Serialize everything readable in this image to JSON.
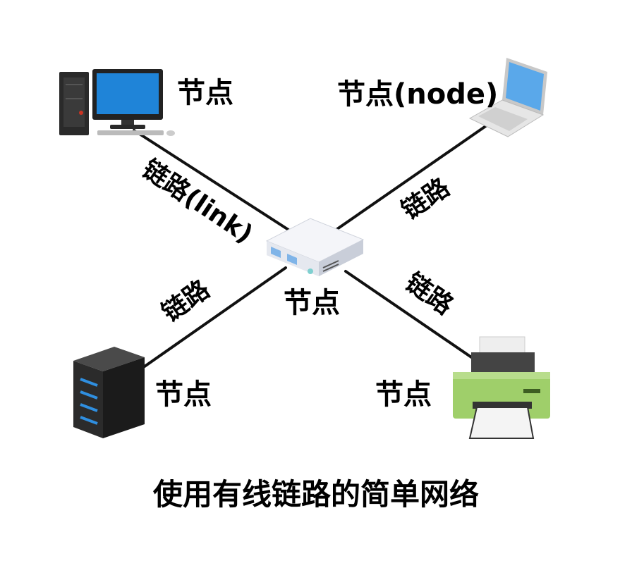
{
  "nodes": {
    "desktop": {
      "label": "节点",
      "icon": "desktop-computer-icon"
    },
    "laptop": {
      "label": "节点(node)",
      "icon": "laptop-icon"
    },
    "switch": {
      "label": "节点",
      "icon": "network-switch-icon"
    },
    "server": {
      "label": "节点",
      "icon": "server-icon"
    },
    "printer": {
      "label": "节点",
      "icon": "printer-icon"
    }
  },
  "links": {
    "desktop_switch": "链路(link)",
    "laptop_switch": "链路",
    "server_switch": "链路",
    "printer_switch": "链路"
  },
  "caption": "使用有线链路的简单网络",
  "colors": {
    "link_line": "#111111",
    "monitor_screen": "#1f84d8",
    "laptop_screen": "#5aa8ea",
    "switch_body": "#f1f3f8",
    "server_body": "#2b2b2b",
    "server_led": "#2f8fe0",
    "printer_body": "#9fcf6a"
  }
}
